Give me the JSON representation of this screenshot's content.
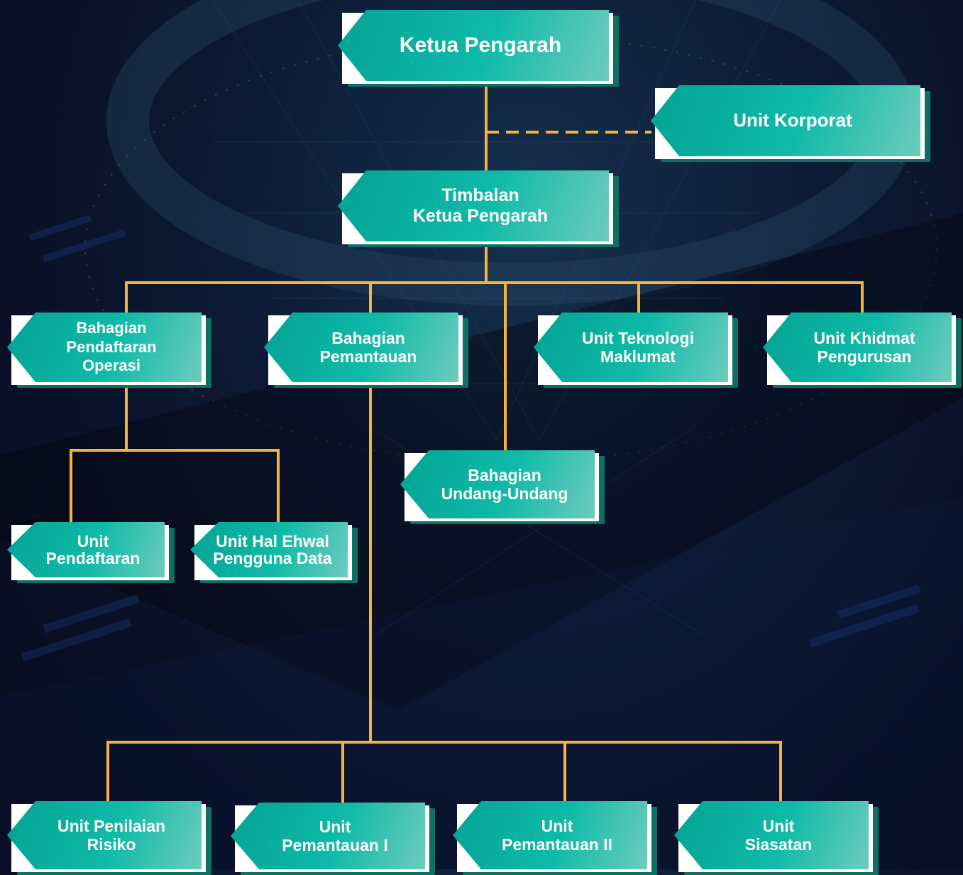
{
  "colors": {
    "connector": "#f6b43c",
    "box": "#0fb5a4",
    "text": "#ffffff"
  },
  "nodes": {
    "ketua": "Ketua Pengarah",
    "korporat": "Unit Korporat",
    "timbalan_1": "Timbalan",
    "timbalan_2": "Ketua Pengarah",
    "pendaftaran_ops_1": "Bahagian",
    "pendaftaran_ops_2": "Pendaftaran",
    "pendaftaran_ops_3": "Operasi",
    "pemantauan_1": "Bahagian",
    "pemantauan_2": "Pemantauan",
    "teknologi_1": "Unit Teknologi",
    "teknologi_2": "Maklumat",
    "khidmat_1": "Unit Khidmat",
    "khidmat_2": "Pengurusan",
    "undang_1": "Bahagian",
    "undang_2": "Undang-Undang",
    "unit_pendaftaran_1": "Unit",
    "unit_pendaftaran_2": "Pendaftaran",
    "hal_ehwal_1": "Unit Hal Ehwal",
    "hal_ehwal_2": "Pengguna Data",
    "penilaian_1": "Unit Penilaian",
    "penilaian_2": "Risiko",
    "pemantauan_i_1": "Unit",
    "pemantauan_i_2": "Pemantauan I",
    "pemantauan_ii_1": "Unit",
    "pemantauan_ii_2": "Pemantauan II",
    "siasatan_1": "Unit",
    "siasatan_2": "Siasatan"
  }
}
